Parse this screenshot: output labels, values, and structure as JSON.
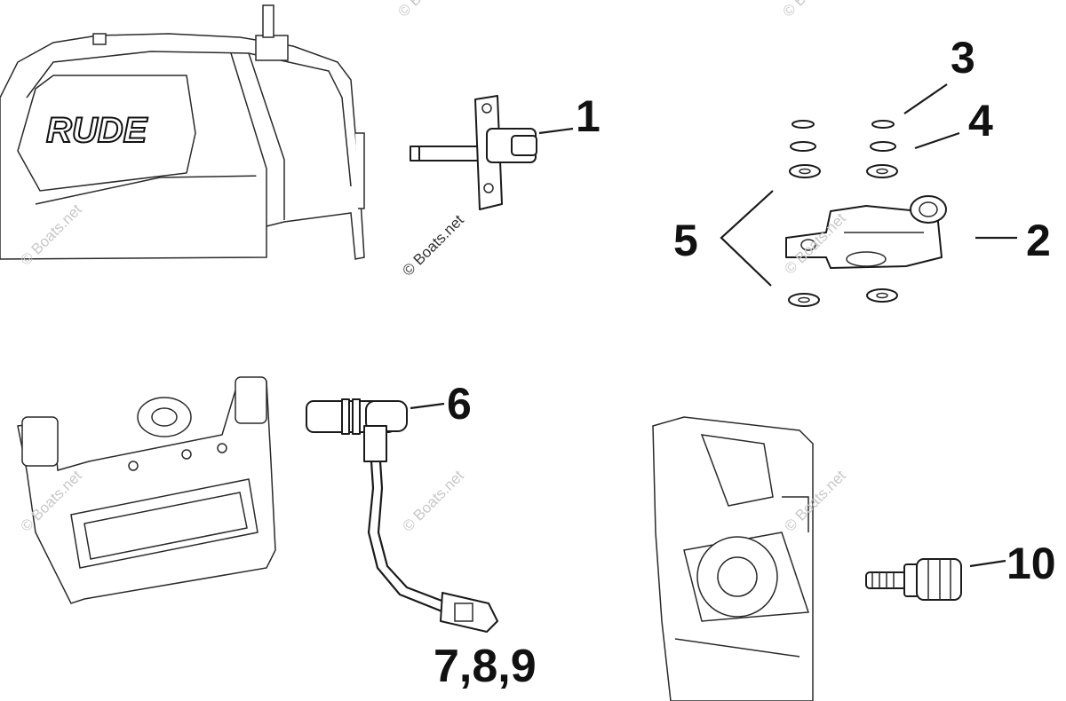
{
  "diagram": {
    "callouts": {
      "c1": "1",
      "c2": "2",
      "c3": "3",
      "c4": "4",
      "c5": "5",
      "c6": "6",
      "c789": "7,8,9",
      "c10": "10"
    },
    "engine_badge": "RUDE",
    "watermark": "© Boats.net"
  }
}
